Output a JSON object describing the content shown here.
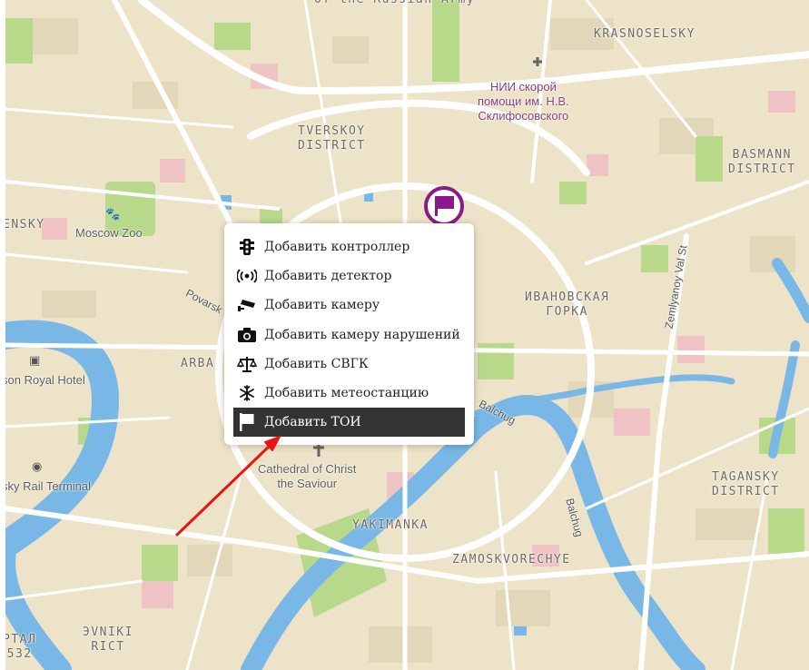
{
  "map": {
    "labels": {
      "krasnoselsky": "KRASNOSELSKY",
      "tverskoy": "TVERSKOY\nDISTRICT",
      "basmanny": "BASMANN\nDISTRICT",
      "sensky": "ENSKY",
      "moscow_zoo": "Moscow Zoo",
      "ivanovskaya": "ИВАНОВСКАЯ\nГОРКА",
      "arbat": "ARBA",
      "royal_hotel": "son Royal Hotel",
      "rail_terminal": "sky Rail Terminal",
      "cathedral": "Cathedral of Christ\nthe Saviour",
      "taganosky": "TAGANSKY\nDISTRICT",
      "yakimanka": "YAKIMANKA",
      "zamoskvorechye": "ZAMOSKVORECHYE",
      "balchug_top": "Balchug",
      "balchug_side": "Balchug",
      "zemlyanoy": "Zemlyanoy Val St",
      "povarsk": "Povarsk",
      "hospital": "НИИ скорой\nпомощи им. Н.В.\nСклифосовского",
      "khamovniki": "ЭVNIKI\nRICT",
      "portal": "РТАЛ\n532",
      "russian_army": "of the Russian Army"
    },
    "colors": {
      "land": "#ede3c8",
      "road": "#ffffff",
      "water": "#79b8e6",
      "park": "#b8d88a",
      "pink": "#efc3c3",
      "block": "#e3d7b9"
    }
  },
  "marker": {
    "icon": "flag-icon",
    "color": "#8a1a8a"
  },
  "menu": {
    "items": [
      {
        "label": "Добавить контроллер",
        "icon": "traffic-light-icon"
      },
      {
        "label": "Добавить детектор",
        "icon": "signal-detector-icon"
      },
      {
        "label": "Добавить камеру",
        "icon": "cctv-camera-icon"
      },
      {
        "label": "Добавить камеру нарушений",
        "icon": "photo-camera-icon"
      },
      {
        "label": "Добавить СВГК",
        "icon": "scales-icon"
      },
      {
        "label": "Добавить метеостанцию",
        "icon": "snowflake-icon"
      },
      {
        "label": "Добавить ТОИ",
        "icon": "flag-icon",
        "active": true
      }
    ]
  },
  "annotation": {
    "arrow_color": "#ee1111"
  }
}
